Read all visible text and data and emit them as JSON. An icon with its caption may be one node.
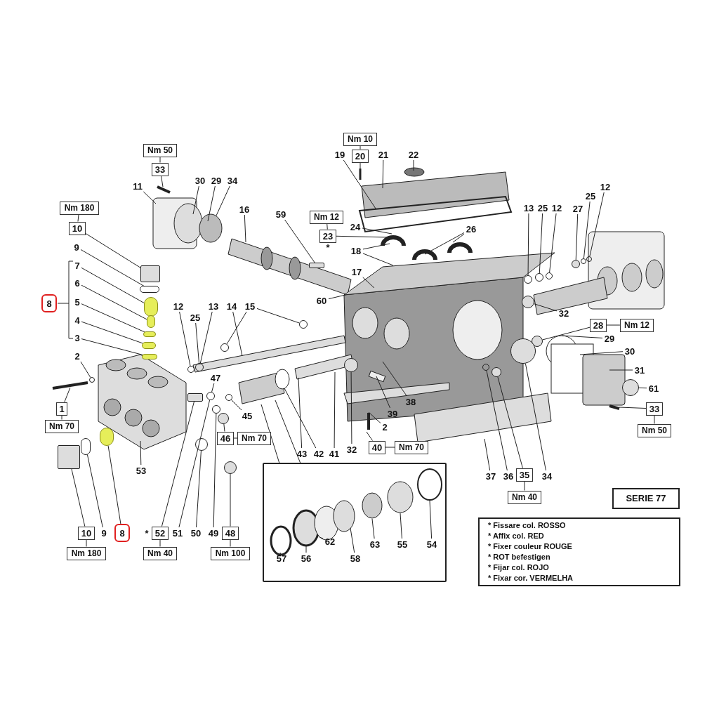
{
  "diagram": {
    "nodes": [
      {
        "text": [
          "Nm 50"
        ]
      },
      {
        "text": [
          "33"
        ]
      },
      {
        "text": [
          "11"
        ]
      },
      {
        "text": [
          "30"
        ]
      },
      {
        "text": [
          "29"
        ]
      },
      {
        "text": [
          "34"
        ]
      },
      {
        "text": [
          "Nm 10"
        ]
      },
      {
        "text": [
          "20"
        ]
      },
      {
        "text": [
          "19"
        ]
      },
      {
        "text": [
          "21"
        ]
      },
      {
        "text": [
          "22"
        ]
      },
      {
        "text": [
          "12"
        ]
      },
      {
        "text": [
          "25"
        ]
      },
      {
        "text": [
          "Nm 180"
        ]
      },
      {
        "text": [
          "10"
        ]
      },
      {
        "text": [
          "13"
        ]
      },
      {
        "text": [
          "25"
        ]
      },
      {
        "text": [
          "12"
        ]
      },
      {
        "text": [
          "27"
        ]
      },
      {
        "text": [
          "16"
        ]
      },
      {
        "text": [
          "59"
        ]
      },
      {
        "text": [
          "Nm 12"
        ]
      },
      {
        "text": [
          "23"
        ],
        "beside": [
          "*"
        ]
      },
      {
        "text": [
          "24"
        ]
      },
      {
        "text": [
          "26"
        ]
      },
      {
        "text": [
          "9"
        ]
      },
      {
        "text": [
          "18"
        ]
      },
      {
        "text": [
          "7"
        ]
      },
      {
        "text": [
          "17"
        ]
      },
      {
        "text": [
          "6"
        ]
      },
      {
        "text": [
          "8"
        ]
      },
      {
        "text": [
          "5"
        ]
      },
      {
        "text": [
          "60"
        ]
      },
      {
        "text": [
          "12"
        ]
      },
      {
        "text": [
          "13"
        ]
      },
      {
        "text": [
          "14"
        ]
      },
      {
        "text": [
          "15"
        ]
      },
      {
        "text": [
          "25"
        ]
      },
      {
        "text": [
          "32"
        ]
      },
      {
        "text": [
          "4"
        ]
      },
      {
        "text": [
          "28"
        ]
      },
      {
        "text": [
          "Nm 12"
        ]
      },
      {
        "text": [
          "29"
        ]
      },
      {
        "text": [
          "3"
        ]
      },
      {
        "text": [
          "30"
        ]
      },
      {
        "text": [
          "2"
        ]
      },
      {
        "text": [
          "31"
        ]
      },
      {
        "text": [
          "47"
        ]
      },
      {
        "text": [
          "61"
        ]
      },
      {
        "text": [
          "39"
        ]
      },
      {
        "text": [
          "38"
        ]
      },
      {
        "text": [
          "1"
        ]
      },
      {
        "text": [
          "33"
        ]
      },
      {
        "text": [
          "45"
        ]
      },
      {
        "text": [
          "2"
        ]
      },
      {
        "text": [
          "Nm 70"
        ]
      },
      {
        "text": [
          "Nm 50"
        ]
      },
      {
        "text": [
          "46"
        ]
      },
      {
        "text": [
          "Nm 70"
        ]
      },
      {
        "text": [
          "40"
        ]
      },
      {
        "text": [
          "Nm 70"
        ]
      },
      {
        "text": [
          "43"
        ]
      },
      {
        "text": [
          "42"
        ]
      },
      {
        "text": [
          "41"
        ]
      },
      {
        "text": [
          "32"
        ]
      },
      {
        "text": [
          "53"
        ]
      },
      {
        "text": [
          "37"
        ]
      },
      {
        "text": [
          "36"
        ]
      },
      {
        "text": [
          "35"
        ]
      },
      {
        "text": [
          "34"
        ]
      },
      {
        "text": [
          "SERIE 77"
        ]
      },
      {
        "text": [
          "Nm 40"
        ]
      },
      {
        "text": [],
        "shape": "box"
      },
      {
        "text": [
          "62"
        ],
        "in": 72
      },
      {
        "text": [
          "63"
        ],
        "in": 72
      },
      {
        "text": [
          "55"
        ],
        "in": 72
      },
      {
        "text": [
          "54"
        ],
        "in": 72
      },
      {
        "text": [
          "10"
        ]
      },
      {
        "text": [
          "9"
        ]
      },
      {
        "text": [
          "8"
        ]
      },
      {
        "text": [
          "52"
        ],
        "beside": [
          "*"
        ]
      },
      {
        "text": [
          "51"
        ]
      },
      {
        "text": [
          "50"
        ]
      },
      {
        "text": [
          "49"
        ]
      },
      {
        "text": [
          "48"
        ]
      },
      {
        "text": [
          "Nm 180"
        ]
      },
      {
        "text": [
          "Nm 40"
        ]
      },
      {
        "text": [
          "Nm 100"
        ]
      },
      {
        "text": [
          "57"
        ],
        "in": 72
      },
      {
        "text": [
          "56"
        ],
        "in": 72
      },
      {
        "text": [
          "58"
        ],
        "in": 72
      },
      {
        "text": [
          "* Fissare col. ROSSO",
          "* Affix col. RED",
          "* Fixer couleur ROUGE",
          "* ROT befestigen",
          "* Fijar col. ROJO",
          "* Fixar cor. VERMELHA"
        ]
      },
      {
        "text": [],
        "shape": "circle"
      },
      {
        "text": [],
        "shape": "circle"
      },
      {
        "text": [],
        "shape": "circle"
      },
      {
        "text": [],
        "shape": "circle"
      },
      {
        "text": [],
        "shape": "circle"
      },
      {
        "text": [],
        "shape": "circle"
      },
      {
        "text": [],
        "shape": "box"
      },
      {
        "text": [],
        "shape": "box"
      },
      {
        "text": [],
        "shape": "circle"
      },
      {
        "text": [],
        "shape": "circle"
      },
      {
        "text": [],
        "shape": "circle"
      },
      {
        "text": [],
        "shape": "circle"
      },
      {
        "text": [],
        "shape": "circle"
      },
      {
        "text": [],
        "shape": "circle"
      },
      {
        "text": [],
        "shape": "circle"
      },
      {
        "text": [],
        "shape": "circle"
      },
      {
        "text": [],
        "shape": "circle"
      },
      {
        "text": [],
        "shape": "circle"
      },
      {
        "text": [],
        "shape": "circle"
      },
      {
        "text": [],
        "shape": "box"
      },
      {
        "text": [],
        "shape": "circle"
      },
      {
        "text": [],
        "shape": "circle"
      },
      {
        "text": [],
        "shape": "circle"
      },
      {
        "text": [],
        "shape": "circle"
      },
      {
        "text": [],
        "shape": "circle"
      },
      {
        "text": [],
        "shape": "circle"
      },
      {
        "text": [],
        "shape": "box"
      },
      {
        "text": [],
        "shape": "circle"
      },
      {
        "text": [],
        "shape": "circle"
      },
      {
        "text": [],
        "shape": "circle"
      },
      {
        "text": [],
        "shape": "circle"
      },
      {
        "text": [],
        "shape": "circle"
      },
      {
        "text": [],
        "shape": "circle"
      },
      {
        "text": [],
        "shape": "circle"
      },
      {
        "text": [],
        "shape": "circle"
      },
      {
        "text": [],
        "shape": "circle"
      }
    ],
    "edges": [
      {
        "from": 1,
        "to": null,
        "arrow": "none"
      },
      {
        "from": 2,
        "to": null,
        "arrow": "none"
      },
      {
        "from": 3,
        "to": null,
        "arrow": "none"
      },
      {
        "from": 4,
        "to": null,
        "arrow": "none"
      },
      {
        "from": 5,
        "to": null,
        "arrow": "none"
      },
      {
        "from": 7,
        "to": null,
        "arrow": "none"
      },
      {
        "from": 8,
        "to": null,
        "arrow": "none"
      },
      {
        "from": 9,
        "to": null,
        "arrow": "none"
      },
      {
        "from": 10,
        "to": null,
        "arrow": "none"
      },
      {
        "from": 11,
        "to": 94,
        "arrow": "none"
      },
      {
        "from": 12,
        "to": 93,
        "arrow": "none"
      },
      {
        "from": 14,
        "to": 99,
        "arrow": "none"
      },
      {
        "from": 15,
        "to": 95,
        "arrow": "none"
      },
      {
        "from": 16,
        "to": 96,
        "arrow": "none"
      },
      {
        "from": 17,
        "to": 97,
        "arrow": "none"
      },
      {
        "from": 18,
        "to": 92,
        "arrow": "none"
      },
      {
        "from": 19,
        "to": null,
        "arrow": "none"
      },
      {
        "from": 20,
        "to": 98,
        "arrow": "none"
      },
      {
        "from": 22,
        "to": null,
        "arrow": "none"
      },
      {
        "from": 23,
        "to": null,
        "arrow": "none"
      },
      {
        "from": 24,
        "to": null,
        "arrow": "none"
      },
      {
        "from": 24,
        "to": null,
        "arrow": "none"
      },
      {
        "from": 25,
        "to": 100,
        "arrow": "none"
      },
      {
        "from": 26,
        "to": null,
        "arrow": "none"
      },
      {
        "from": 26,
        "to": null,
        "arrow": "none"
      },
      {
        "from": 27,
        "to": 101,
        "arrow": "none"
      },
      {
        "from": 28,
        "to": null,
        "arrow": "none"
      },
      {
        "from": 29,
        "to": 102,
        "arrow": "none"
      },
      {
        "from": 31,
        "to": 103,
        "arrow": "none"
      },
      {
        "from": 32,
        "to": null,
        "arrow": "none"
      },
      {
        "from": 33,
        "to": 107,
        "arrow": "none"
      },
      {
        "from": 34,
        "to": 108,
        "arrow": "none"
      },
      {
        "from": 35,
        "to": null,
        "arrow": "none"
      },
      {
        "from": 36,
        "to": 109,
        "arrow": "none"
      },
      {
        "from": 36,
        "to": 110,
        "arrow": "none"
      },
      {
        "from": 37,
        "to": 108,
        "arrow": "none"
      },
      {
        "from": 38,
        "to": 125,
        "arrow": "none"
      },
      {
        "from": 39,
        "to": 104,
        "arrow": "none"
      },
      {
        "from": 40,
        "to": 121,
        "arrow": "none"
      },
      {
        "from": 42,
        "to": null,
        "arrow": "none"
      },
      {
        "from": 43,
        "to": 105,
        "arrow": "none"
      },
      {
        "from": 44,
        "to": null,
        "arrow": "none"
      },
      {
        "from": 45,
        "to": 106,
        "arrow": "none"
      },
      {
        "from": 46,
        "to": null,
        "arrow": "none"
      },
      {
        "from": 47,
        "to": 112,
        "arrow": "none"
      },
      {
        "from": 48,
        "to": 126,
        "arrow": "none"
      },
      {
        "from": 49,
        "to": null,
        "arrow": "none"
      },
      {
        "from": 50,
        "to": null,
        "arrow": "none"
      },
      {
        "from": 51,
        "to": null,
        "arrow": "none"
      },
      {
        "from": 52,
        "to": null,
        "arrow": "none"
      },
      {
        "from": 53,
        "to": 113,
        "arrow": "none"
      },
      {
        "from": 54,
        "to": null,
        "arrow": "none"
      },
      {
        "from": 57,
        "to": 114,
        "arrow": "none"
      },
      {
        "from": 59,
        "to": null,
        "arrow": "none"
      },
      {
        "from": 61,
        "to": null,
        "arrow": "none"
      },
      {
        "from": 62,
        "to": null,
        "arrow": "none"
      },
      {
        "from": 63,
        "to": null,
        "arrow": "none"
      },
      {
        "from": 64,
        "to": 124,
        "arrow": "none"
      },
      {
        "from": 65,
        "to": null,
        "arrow": "none"
      },
      {
        "from": 66,
        "to": null,
        "arrow": "none"
      },
      {
        "from": 67,
        "to": 122,
        "arrow": "none"
      },
      {
        "from": 68,
        "to": 123,
        "arrow": "none"
      },
      {
        "from": 69,
        "to": 127,
        "arrow": "none"
      },
      {
        "from": 73,
        "to": null,
        "arrow": "none"
      },
      {
        "from": 74,
        "to": null,
        "arrow": "none"
      },
      {
        "from": 75,
        "to": null,
        "arrow": "none"
      },
      {
        "from": 76,
        "to": null,
        "arrow": "none"
      },
      {
        "from": 77,
        "to": 118,
        "arrow": "none"
      },
      {
        "from": 78,
        "to": 119,
        "arrow": "none"
      },
      {
        "from": 79,
        "to": 120,
        "arrow": "none"
      },
      {
        "from": 80,
        "to": 111,
        "arrow": "none"
      },
      {
        "from": 81,
        "to": 112,
        "arrow": "none"
      },
      {
        "from": 82,
        "to": 116,
        "arrow": "none"
      },
      {
        "from": 83,
        "to": 115,
        "arrow": "none"
      },
      {
        "from": 84,
        "to": 117,
        "arrow": "none"
      },
      {
        "from": 88,
        "to": null,
        "arrow": "none"
      },
      {
        "from": 89,
        "to": null,
        "arrow": "none"
      },
      {
        "from": 90,
        "to": null,
        "arrow": "none"
      },
      {
        "from": 1,
        "to": 0,
        "arrow": "none"
      },
      {
        "from": 7,
        "to": 6,
        "arrow": "none"
      },
      {
        "from": 14,
        "to": 13,
        "arrow": "none"
      },
      {
        "from": 22,
        "to": 21,
        "arrow": "none"
      },
      {
        "from": 40,
        "to": 41,
        "arrow": "none"
      },
      {
        "from": 51,
        "to": 55,
        "arrow": "none"
      },
      {
        "from": 52,
        "to": 56,
        "arrow": "none"
      },
      {
        "from": 57,
        "to": 58,
        "arrow": "none"
      },
      {
        "from": 59,
        "to": 60,
        "arrow": "none"
      },
      {
        "from": 68,
        "to": 71,
        "arrow": "none"
      },
      {
        "from": 77,
        "to": 85,
        "arrow": "none"
      },
      {
        "from": 80,
        "to": 86,
        "arrow": "none"
      },
      {
        "from": 84,
        "to": 87,
        "arrow": "none"
      }
    ]
  }
}
